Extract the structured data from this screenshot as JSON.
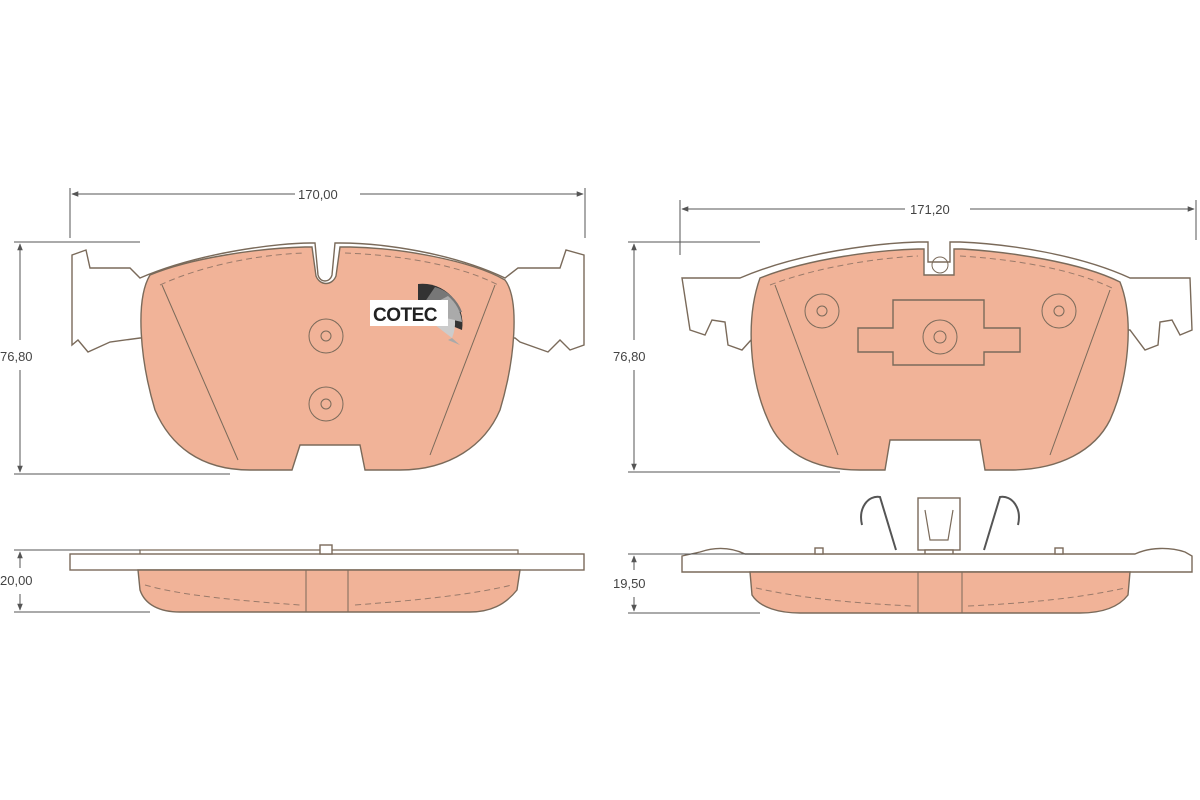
{
  "brand": {
    "logo_text": "COTEC"
  },
  "dimensions": {
    "left_pad_width": "170,00",
    "left_pad_height": "76,80",
    "left_pad_thickness": "20,00",
    "right_pad_width": "171,20",
    "right_pad_height": "76,80",
    "right_pad_thickness": "19,50"
  },
  "colors": {
    "pad_fill": "#f1b398",
    "outline": "#7a6a5a",
    "dimension_line": "#555555"
  }
}
